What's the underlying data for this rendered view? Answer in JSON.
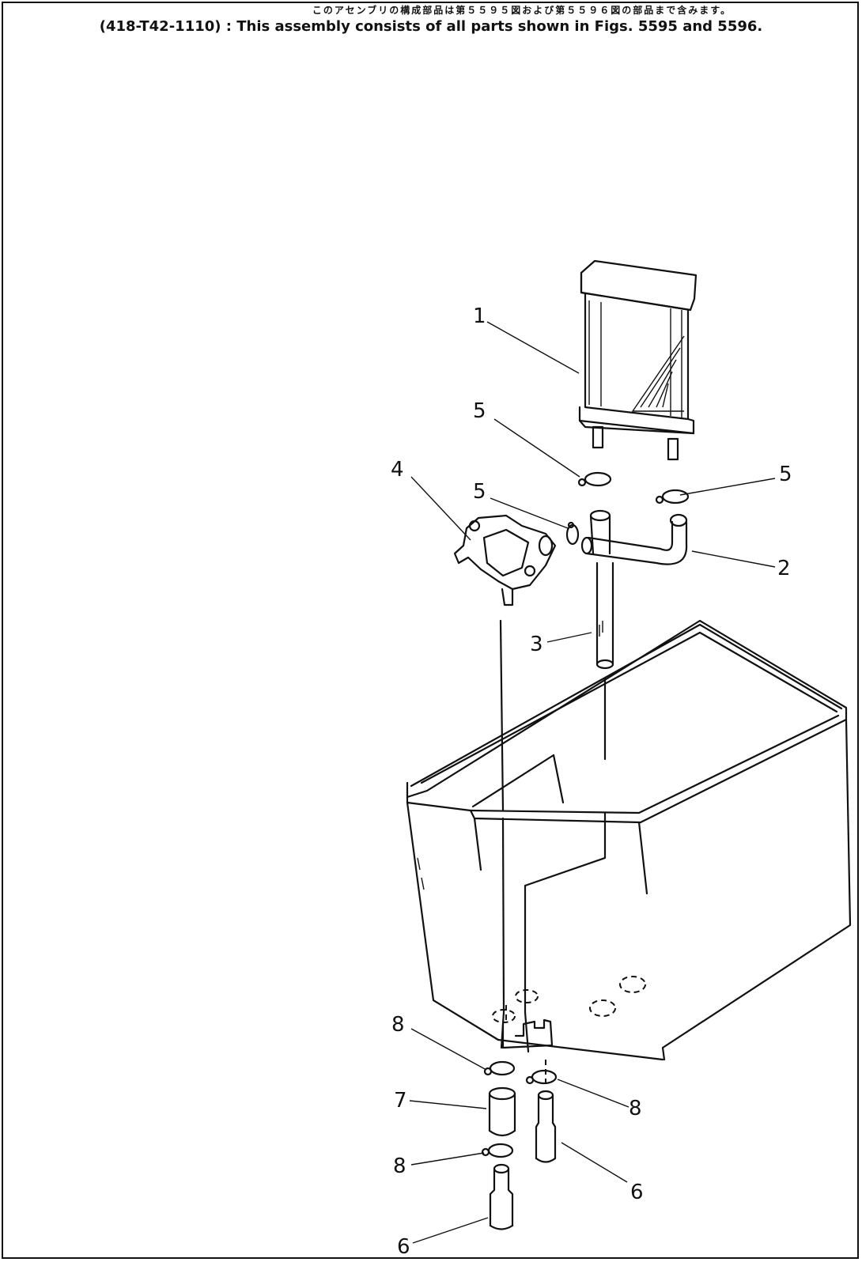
{
  "header": {
    "jp_note": "このアセンブリの構成部品は第５５９５図および第５５９６図の部品まで含みます。",
    "en_note": "(418-T42-1110) : This assembly consists of all parts shown in Figs. 5595 and 5596."
  },
  "callouts": [
    {
      "id": "1",
      "label": "1"
    },
    {
      "id": "5a",
      "label": "5"
    },
    {
      "id": "4",
      "label": "4"
    },
    {
      "id": "5b",
      "label": "5"
    },
    {
      "id": "5c",
      "label": "5"
    },
    {
      "id": "2",
      "label": "2"
    },
    {
      "id": "3",
      "label": "3"
    },
    {
      "id": "8a",
      "label": "8"
    },
    {
      "id": "8b",
      "label": "8"
    },
    {
      "id": "7",
      "label": "7"
    },
    {
      "id": "8c",
      "label": "8"
    },
    {
      "id": "6a",
      "label": "6"
    },
    {
      "id": "6b",
      "label": "6"
    }
  ]
}
